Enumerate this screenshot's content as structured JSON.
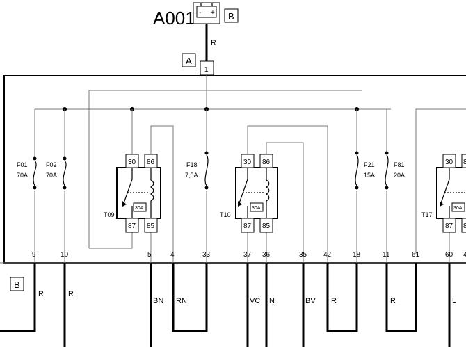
{
  "diagram": {
    "component_id": "A001",
    "battery_connector_tag": "B",
    "top_connector_tag": "A",
    "top_wire_color": "R",
    "top_pin": "1",
    "bottom_connector_tag": "B",
    "battery_minus": "-",
    "battery_plus": "+",
    "fuses": [
      {
        "id": "F01",
        "rating": "70A"
      },
      {
        "id": "F02",
        "rating": "70A"
      },
      {
        "id": "F18",
        "rating": "7,5A"
      },
      {
        "id": "F21",
        "rating": "15A"
      },
      {
        "id": "F81",
        "rating": "20A"
      }
    ],
    "relays": [
      {
        "id": "T09",
        "pins": [
          "30",
          "86",
          "87",
          "85"
        ],
        "rating": "30A"
      },
      {
        "id": "T10",
        "pins": [
          "30",
          "86",
          "87",
          "85"
        ],
        "rating": "30A"
      },
      {
        "id": "T17",
        "pins": [
          "30",
          "8",
          "87",
          "8"
        ],
        "rating": "30A"
      }
    ],
    "bottom_pins": [
      "9",
      "10",
      "5",
      "4",
      "33",
      "37",
      "36",
      "35",
      "42",
      "18",
      "11",
      "61",
      "60",
      "4"
    ],
    "wire_colors": [
      "R",
      "R",
      "BN",
      "RN",
      "VC",
      "N",
      "BV",
      "R",
      "R",
      "L"
    ]
  }
}
